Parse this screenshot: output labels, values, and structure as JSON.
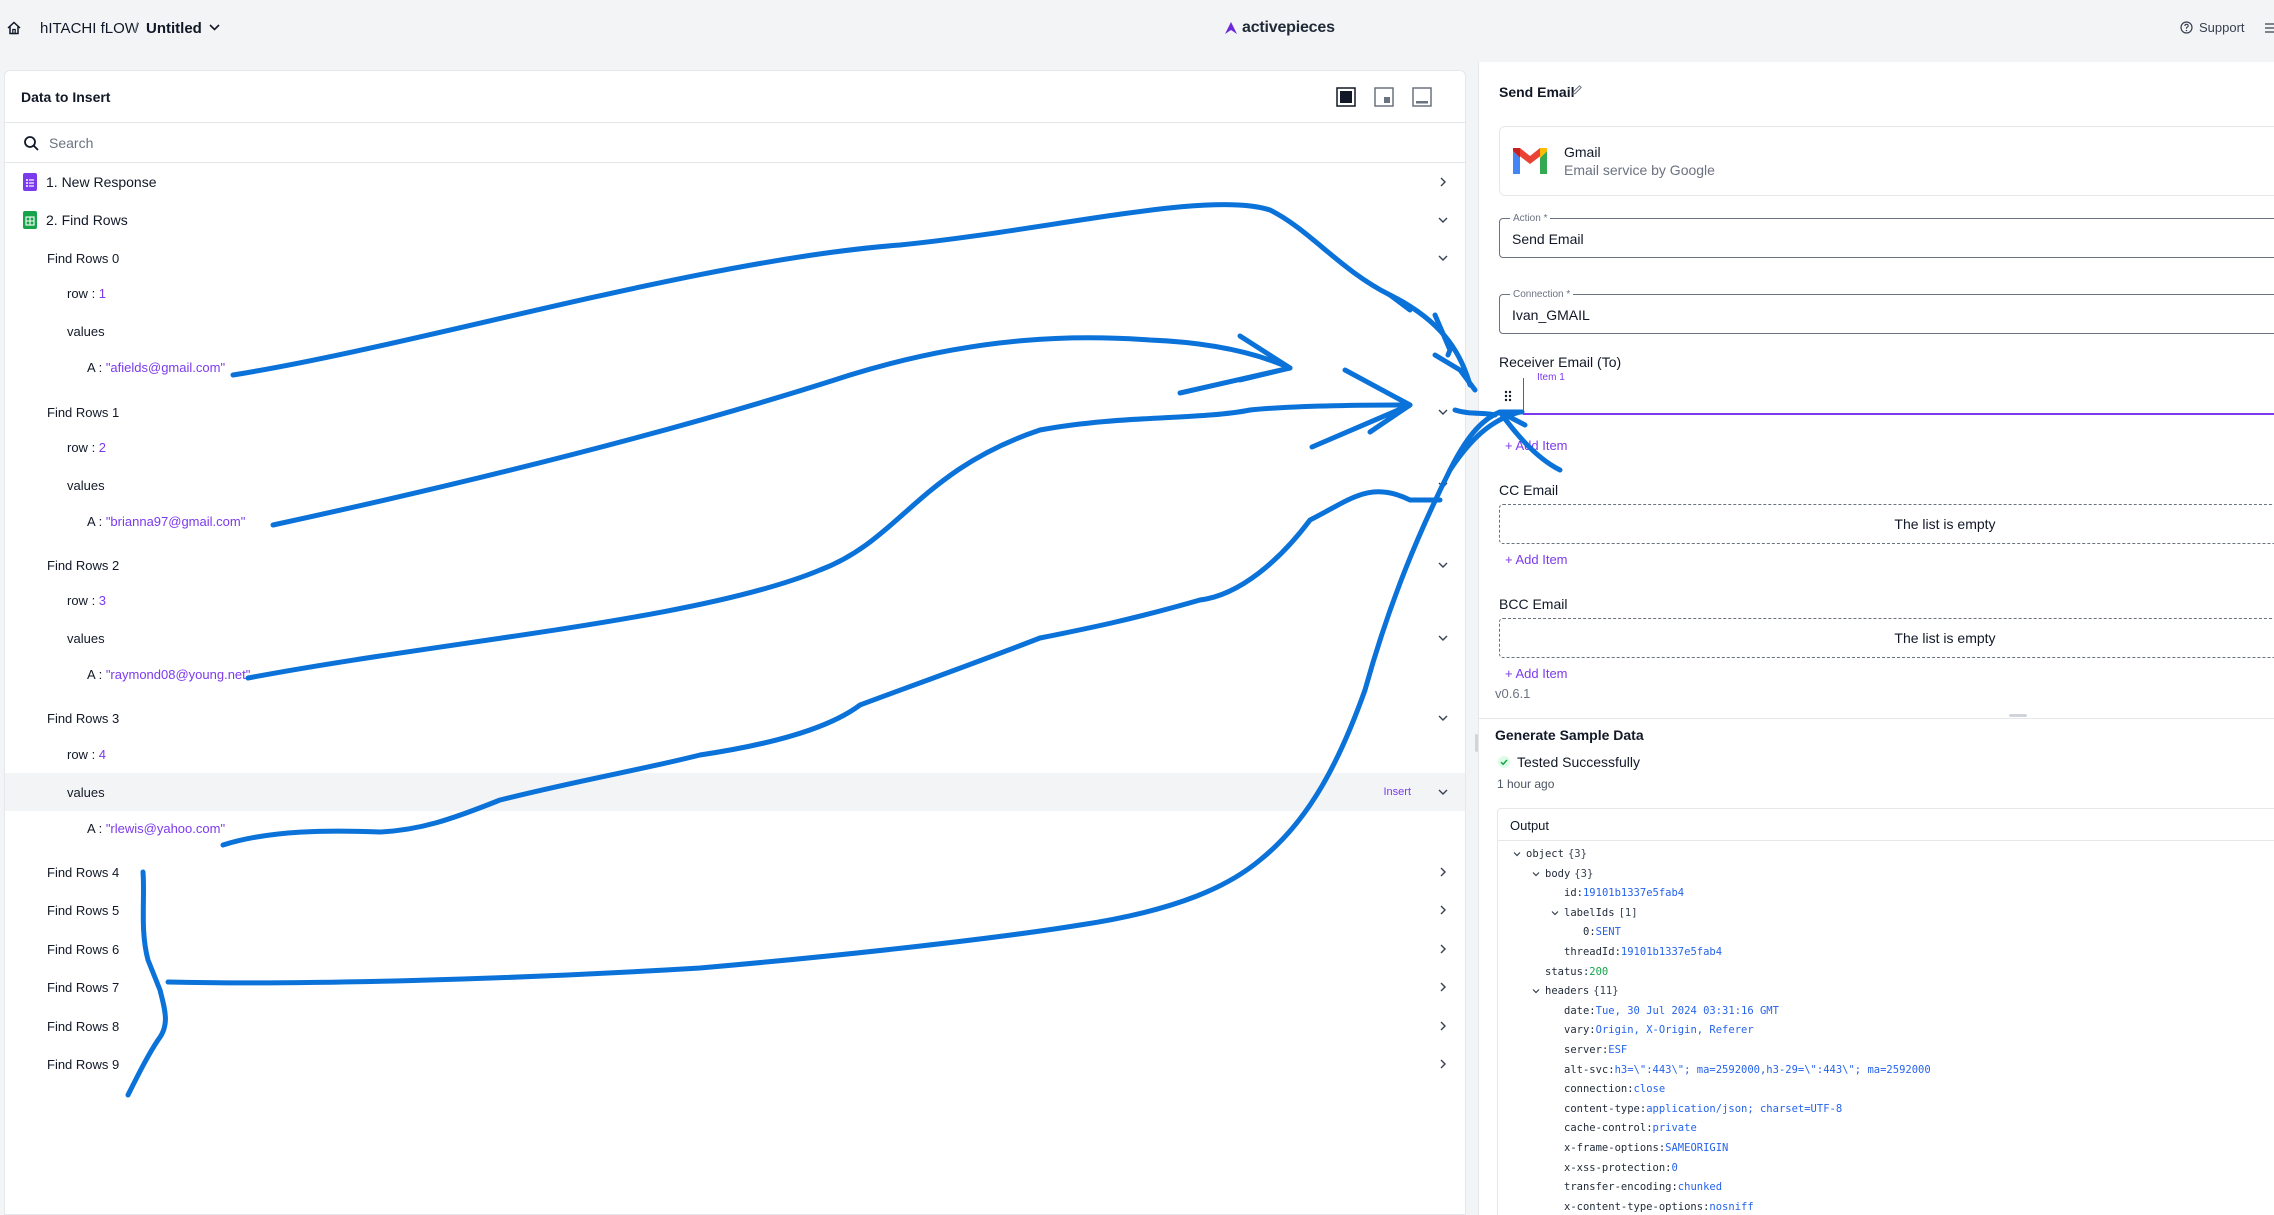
{
  "topbar": {
    "project": "hITACHI fLOW",
    "separator": "/",
    "flow_title": "Untitled",
    "brand": "activepieces",
    "support": "Support"
  },
  "left_panel": {
    "title": "Data to Insert",
    "search_placeholder": "Search",
    "insert_label": "Insert",
    "steps": [
      {
        "label": "1. New Response",
        "color": "#7c3aed"
      },
      {
        "label": "2. Find Rows",
        "color": "#16a34a"
      }
    ],
    "rows": [
      {
        "label": "Find Rows 0",
        "row_key": "row",
        "row_value": "1",
        "values_label": "values",
        "a_key": "A",
        "a_value": "\"afields@gmail.com\""
      },
      {
        "label": "Find Rows 1",
        "row_key": "row",
        "row_value": "2",
        "values_label": "values",
        "a_key": "A",
        "a_value": "\"brianna97@gmail.com\""
      },
      {
        "label": "Find Rows 2",
        "row_key": "row",
        "row_value": "3",
        "values_label": "values",
        "a_key": "A",
        "a_value": "\"raymond08@young.net\""
      },
      {
        "label": "Find Rows 3",
        "row_key": "row",
        "row_value": "4",
        "values_label": "values",
        "a_key": "A",
        "a_value": "\"rlewis@yahoo.com\""
      }
    ],
    "collapsed_rows": [
      "Find Rows 4",
      "Find Rows 5",
      "Find Rows 6",
      "Find Rows 7",
      "Find Rows 8",
      "Find Rows 9"
    ]
  },
  "right_panel": {
    "title": "Send Email",
    "piece": {
      "name": "Gmail",
      "description": "Email service by Google"
    },
    "action": {
      "legend": "Action *",
      "value": "Send Email"
    },
    "connection": {
      "legend": "Connection *",
      "value": "Ivan_GMAIL"
    },
    "receiver": {
      "label": "Receiver Email (To)",
      "item_legend": "Item 1",
      "add_item": "+ Add Item"
    },
    "cc": {
      "label": "CC Email",
      "empty": "The list is empty",
      "add_item": "+ Add Item"
    },
    "bcc": {
      "label": "BCC Email",
      "empty": "The list is empty",
      "add_item": "+ Add Item"
    },
    "version": "v0.6.1",
    "sample": {
      "title": "Generate Sample Data",
      "status": "Tested Successfully",
      "time": "1 hour ago",
      "output_title": "Output"
    },
    "output": [
      {
        "indent": 0,
        "chev": true,
        "key": "object",
        "count": "{3}"
      },
      {
        "indent": 1,
        "chev": true,
        "key": "body",
        "count": "{3}"
      },
      {
        "indent": 2,
        "key": "id",
        "value": "19101b1337e5fab4"
      },
      {
        "indent": 2,
        "chev": true,
        "key": "labelIds",
        "count": "[1]"
      },
      {
        "indent": 3,
        "key": "0",
        "value": "SENT"
      },
      {
        "indent": 2,
        "key": "threadId",
        "value": "19101b1337e5fab4"
      },
      {
        "indent": 1,
        "key": "status",
        "value": "200",
        "num": true
      },
      {
        "indent": 1,
        "chev": true,
        "key": "headers",
        "count": "{11}"
      },
      {
        "indent": 2,
        "key": "date",
        "value": "Tue, 30 Jul 2024 03:31:16 GMT"
      },
      {
        "indent": 2,
        "key": "vary",
        "value": "Origin, X-Origin, Referer"
      },
      {
        "indent": 2,
        "key": "server",
        "value": "ESF"
      },
      {
        "indent": 2,
        "key": "alt-svc",
        "value": "h3=\\\":443\\\"; ma=2592000,h3-29=\\\":443\\\"; ma=2592000"
      },
      {
        "indent": 2,
        "key": "connection",
        "value": "close"
      },
      {
        "indent": 2,
        "key": "content-type",
        "value": "application/json; charset=UTF-8"
      },
      {
        "indent": 2,
        "key": "cache-control",
        "value": "private"
      },
      {
        "indent": 2,
        "key": "x-frame-options",
        "value": "SAMEORIGIN"
      },
      {
        "indent": 2,
        "key": "x-xss-protection",
        "value": "0"
      },
      {
        "indent": 2,
        "key": "transfer-encoding",
        "value": "chunked"
      },
      {
        "indent": 2,
        "key": "x-content-type-options",
        "value": "nosniff"
      }
    ]
  },
  "colors": {
    "accent": "#7c3aed",
    "annotation": "#0a72d8",
    "success": "#16a34a"
  }
}
